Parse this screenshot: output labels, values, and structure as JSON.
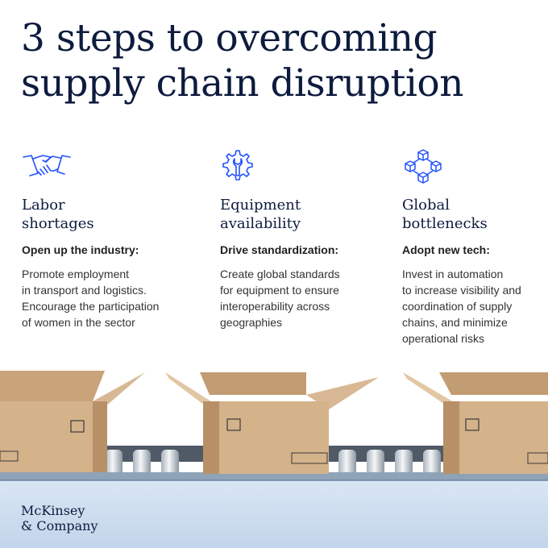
{
  "headline": {
    "line1": "3 steps to overcoming",
    "line2": "supply chain disruption"
  },
  "colors": {
    "navy": "#0d1b3e",
    "icon_blue": "#2251ff",
    "belt_blue": "#c9dbef",
    "cardboard": "#d4b28a"
  },
  "columns": [
    {
      "icon": "handshake-icon",
      "title_line1": "Labor",
      "title_line2": "shortages",
      "subtitle": "Open up the industry:",
      "body": [
        "Promote employment",
        "in transport and logistics.",
        "Encourage the participation",
        "of women in the sector"
      ]
    },
    {
      "icon": "gear-wrench-icon",
      "title_line1": "Equipment",
      "title_line2": "availability",
      "subtitle": "Drive standardization:",
      "body": [
        "Create global standards",
        "for equipment to ensure",
        "interoperability across",
        "geographies"
      ]
    },
    {
      "icon": "network-cubes-icon",
      "title_line1": "Global",
      "title_line2": "bottlenecks",
      "subtitle": "Adopt new tech:",
      "body": [
        "Invest in automation",
        "to increase visibility and",
        "coordination of supply",
        "chains, and minimize",
        "operational risks"
      ]
    }
  ],
  "logo": {
    "line1": "McKinsey",
    "line2": "& Company"
  }
}
